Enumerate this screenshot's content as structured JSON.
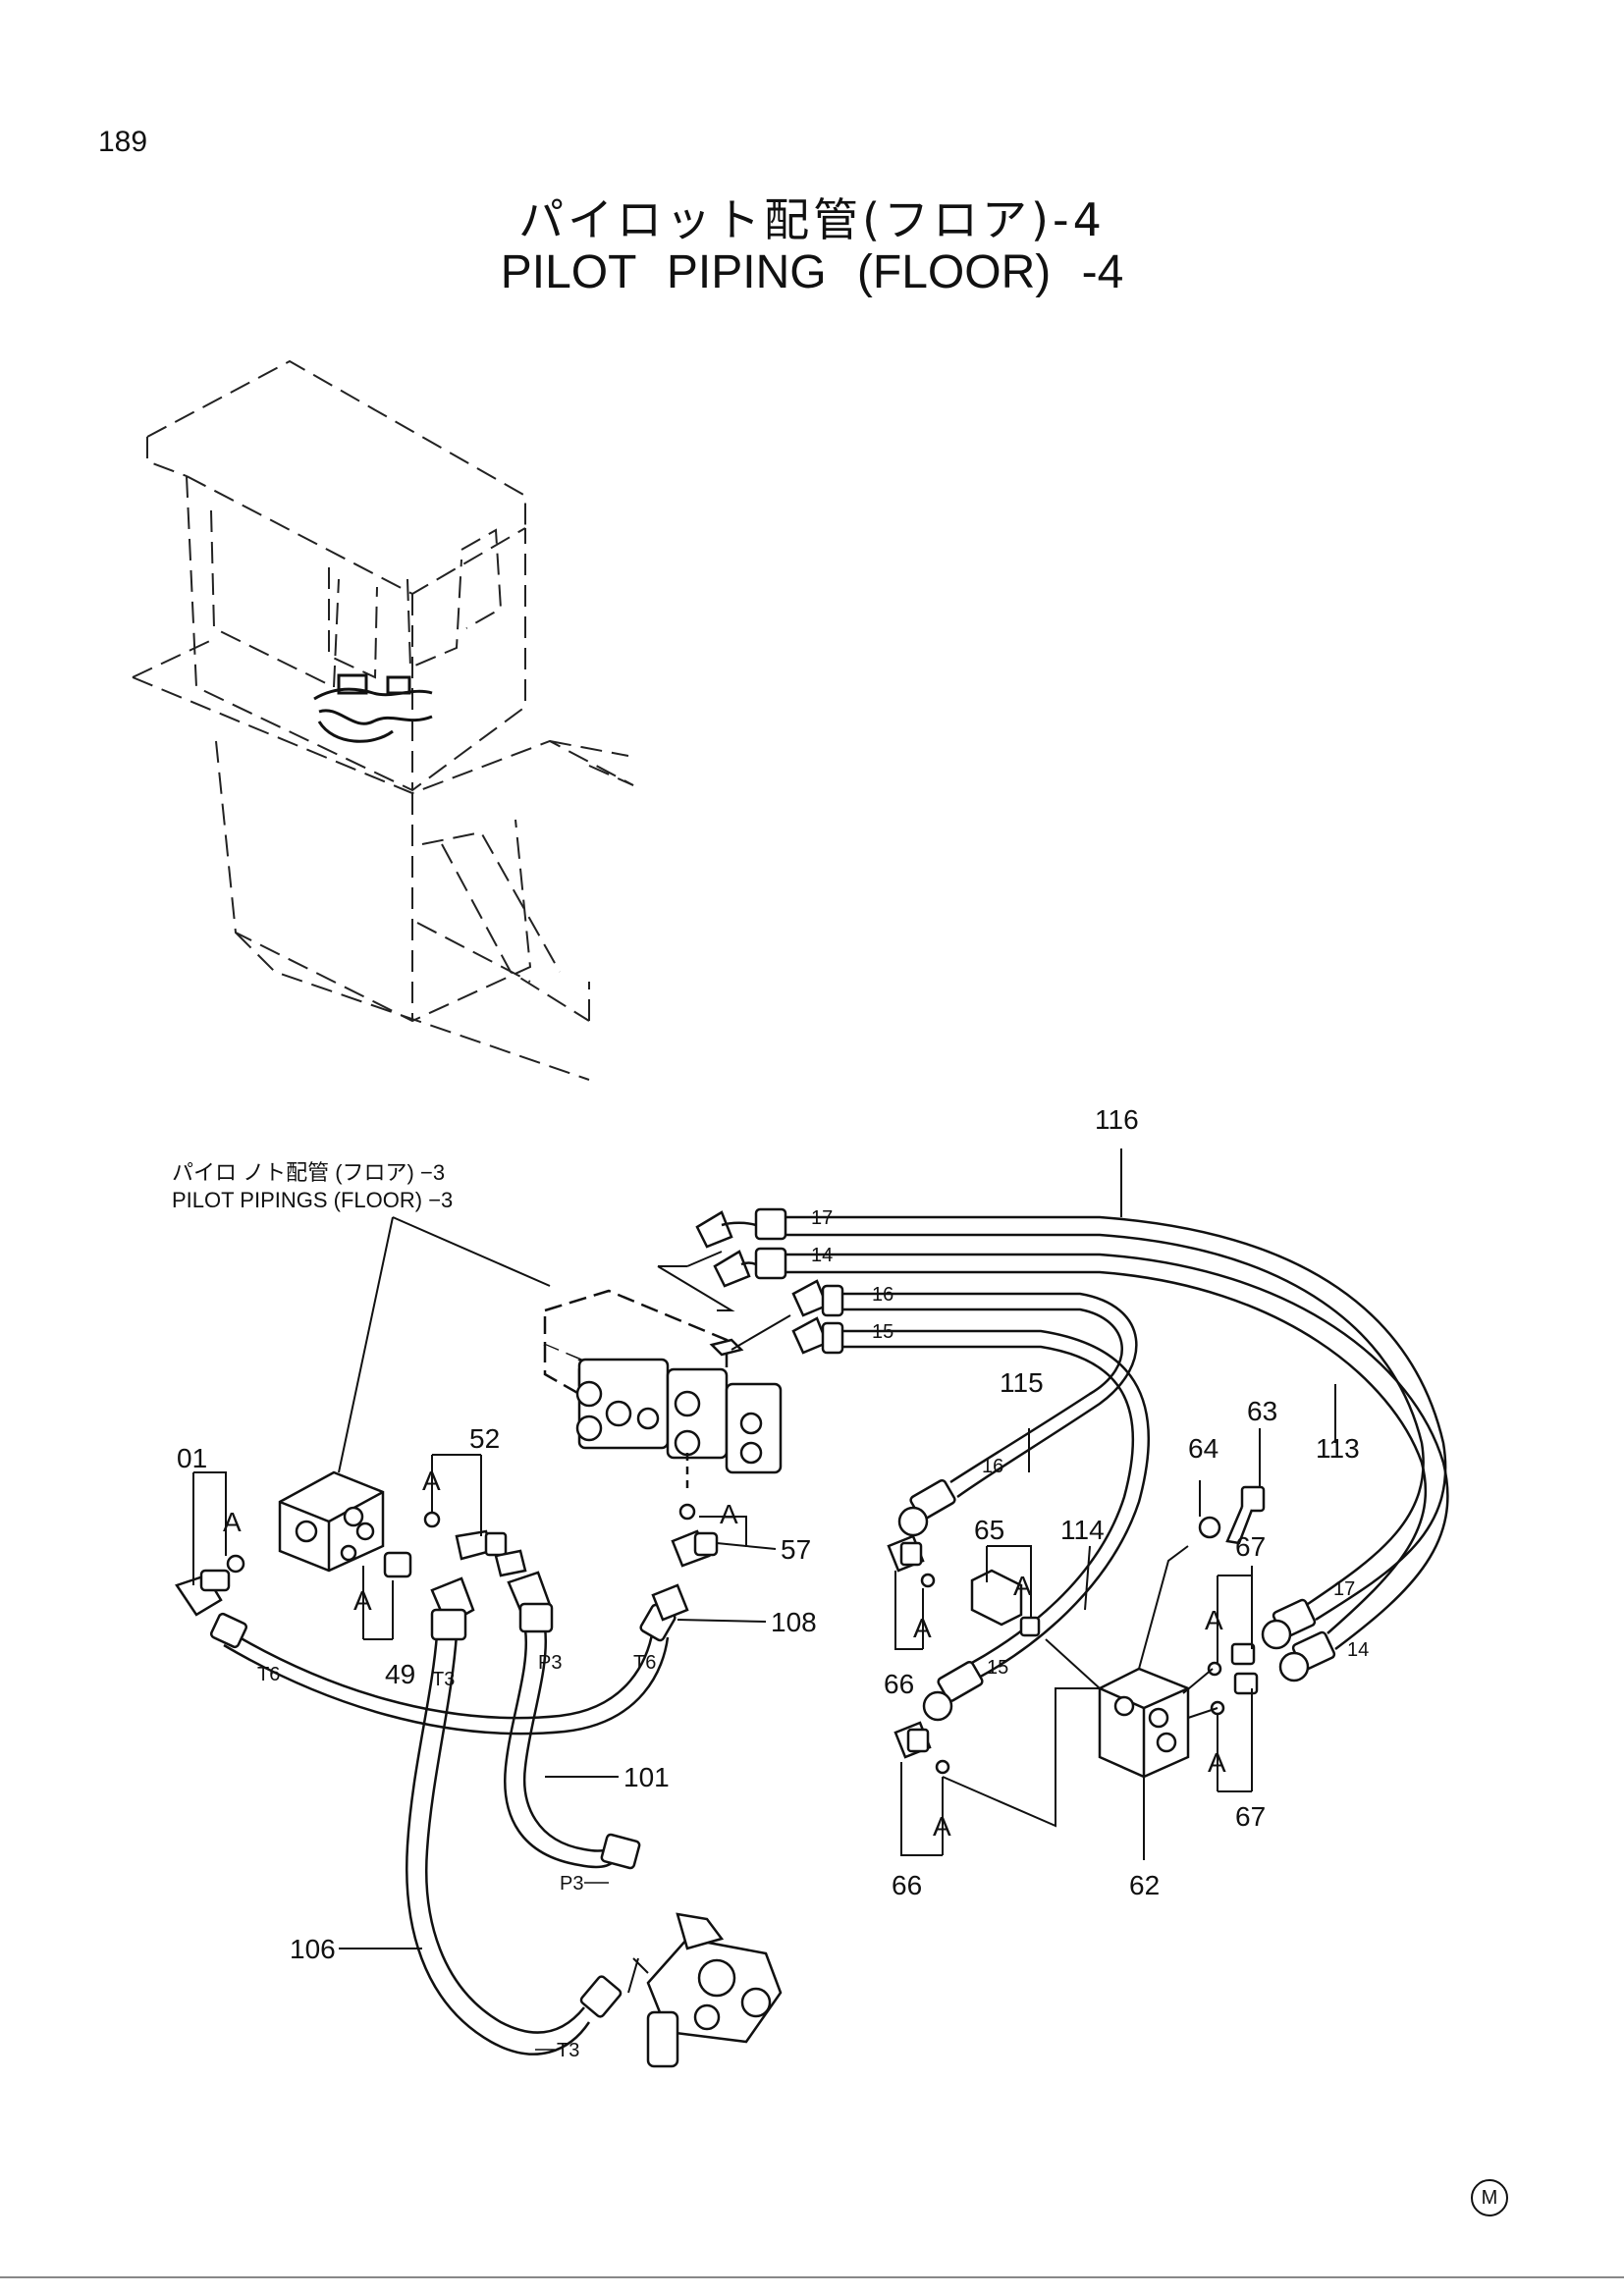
{
  "page_number": "189",
  "title_jp": "パイロット配管(フロア)-4",
  "title_en": "PILOT PIPING (FLOOR) -4",
  "reference": {
    "jp": "パイロ ノト配管 (フロア) −3",
    "en": "PILOT PIPINGS (FLOOR) −3"
  },
  "part_labels": [
    "01",
    "52",
    "57",
    "49",
    "108",
    "116",
    "115",
    "113",
    "63",
    "64",
    "65",
    "114",
    "67",
    "66",
    "62",
    "101",
    "106"
  ],
  "hose_tags": [
    "17",
    "14",
    "16",
    "15",
    "16",
    "17",
    "14",
    "15",
    "T6",
    "T3",
    "P3",
    "T6",
    "P3",
    "T3"
  ],
  "detail_mark": "A",
  "footer_mark": "M"
}
